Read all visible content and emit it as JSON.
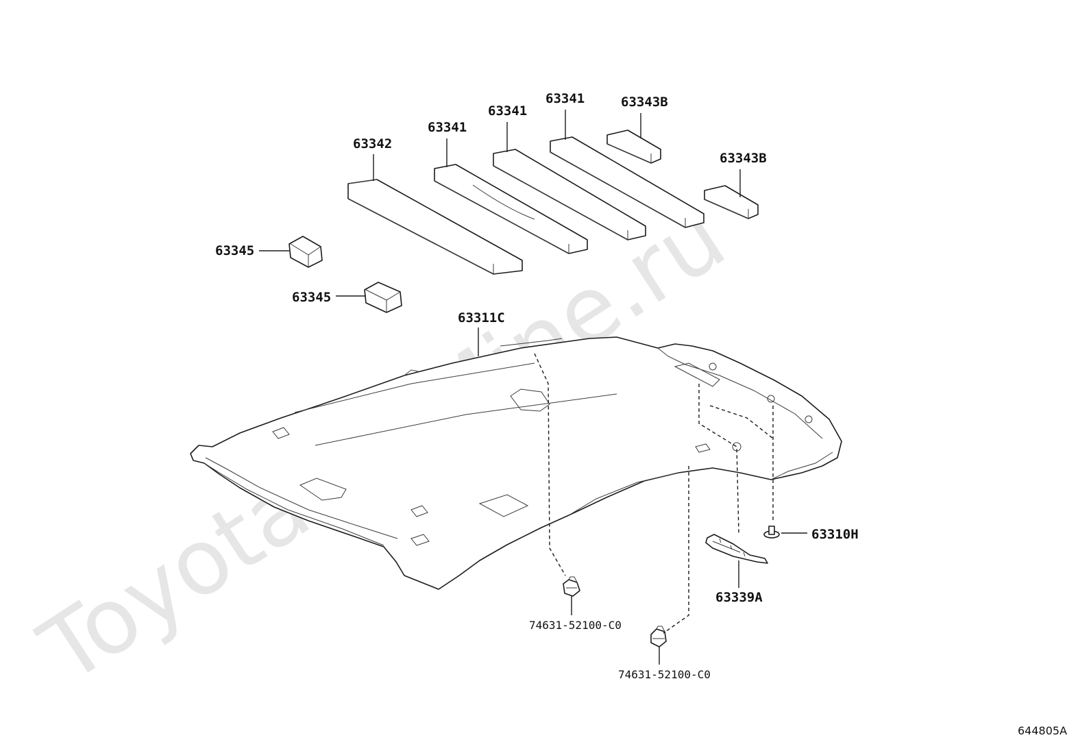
{
  "watermark": "ToyotaCarMine.ru",
  "diagram_code": "644805A",
  "callouts": {
    "pad_63342": "63342",
    "pad_63341_a": "63341",
    "pad_63341_b": "63341",
    "pad_63341_c": "63341",
    "pad_63343b_a": "63343B",
    "pad_63343b_b": "63343B",
    "pad_63345_a": "63345",
    "pad_63345_b": "63345",
    "headliner": "63311C",
    "clip": "63310H",
    "bracket": "63339A",
    "visor_holder_a": "74631-52100-C0",
    "visor_holder_b": "74631-52100-C0"
  }
}
